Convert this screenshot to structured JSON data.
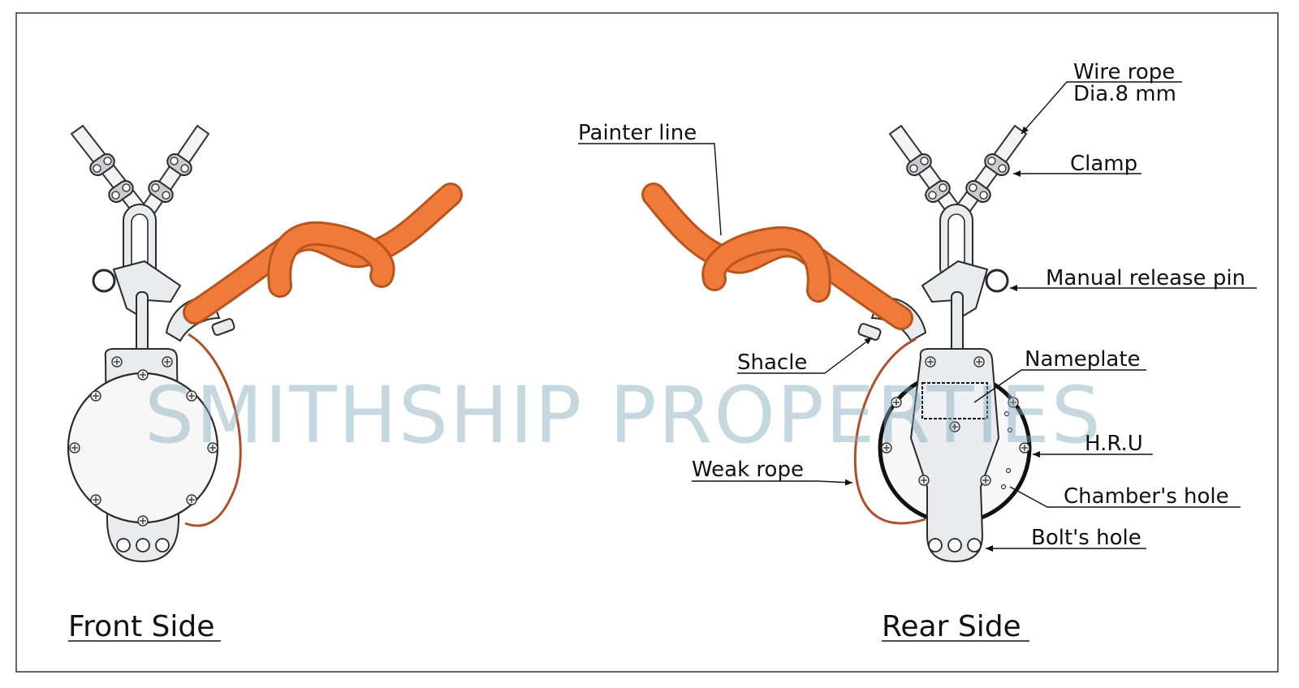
{
  "watermark": "SMITHSHIP PROPERTIES",
  "titles": {
    "front": "Front Side",
    "rear": "Rear Side"
  },
  "labels": {
    "wire_rope_line1": "Wire rope",
    "wire_rope_line2": "Dia.8 mm",
    "painter_line": "Painter line",
    "clamp": "Clamp",
    "manual_release_pin": "Manual release pin",
    "shackle": "Shacle",
    "nameplate": "Nameplate",
    "hru": "H.R.U",
    "weak_rope": "Weak rope",
    "chambers_hole": "Chamber's hole",
    "bolts_hole": "Bolt's hole"
  },
  "colors": {
    "rope_orange": "#f07a3a",
    "rope_orange_dark": "#b8551e",
    "weak_rope": "#b0502a",
    "watermark": "#7fa8ba"
  }
}
